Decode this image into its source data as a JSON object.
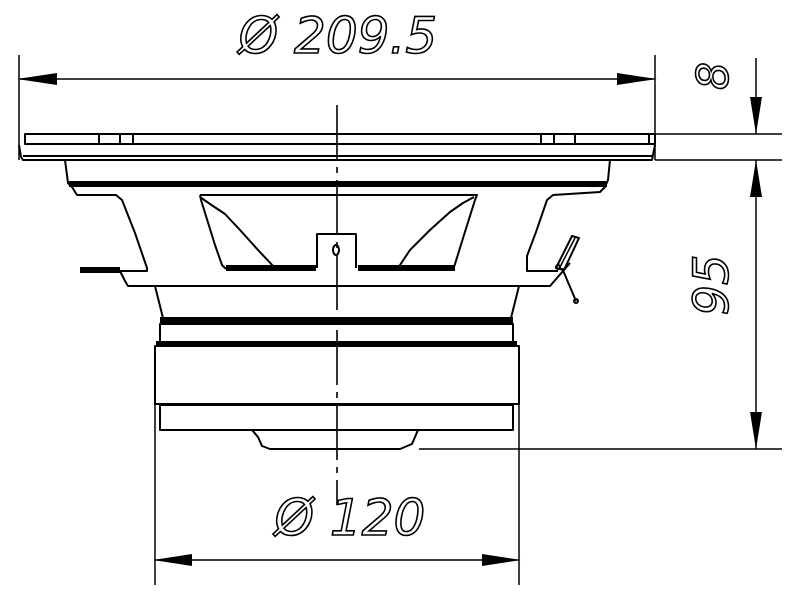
{
  "drawing": {
    "type": "speaker-dimension-drawing",
    "units": "mm",
    "line_color": "#000000",
    "background_color": "#ffffff"
  },
  "dimensions": {
    "outer_diameter": {
      "symbol": "Ø",
      "value": "209.5",
      "label": "Ø 209.5"
    },
    "magnet_diameter": {
      "symbol": "Ø",
      "value": "120",
      "label": "Ø 120"
    },
    "flange_thickness": {
      "value": "8",
      "label": "8"
    },
    "mounting_depth": {
      "value": "95",
      "label": "95"
    }
  },
  "parts": {
    "frame": "speaker-basket-frame",
    "flange": "mounting-flange",
    "cone": "speaker-cone",
    "dust_cap_tab": "center-tab",
    "terminal": "speaker-terminal",
    "magnet": "magnet-assembly",
    "centerline": "axis-centerline"
  }
}
